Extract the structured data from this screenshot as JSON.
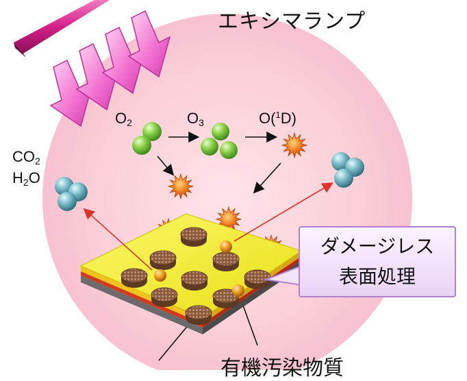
{
  "lamp_label": "エキシマランプ",
  "species": {
    "o2": {
      "main": "O",
      "sub": "2"
    },
    "o3": {
      "main": "O",
      "sub": "3"
    },
    "o1d": {
      "pre": "O(",
      "sup": "1",
      "post": "D)"
    },
    "co2": {
      "main": "CO",
      "sub": "2"
    },
    "h2o": {
      "pre": "H",
      "sub": "2",
      "post": "O"
    }
  },
  "callout": {
    "line1": "ダメージレス",
    "line2": "表面処理"
  },
  "contaminant_label": "有機汚染物質",
  "colors": {
    "lamp": "#d6208a",
    "uv_arrow": "#f26fd0",
    "glow": "#f6b7c7",
    "oxygen_molecule": "#7ec63f",
    "reactive_oxygen": "#e8651a",
    "product_molecule": "#6fb3c2",
    "substrate_top": "#f4f02a",
    "pad": "#8a5a3e",
    "red_arrow": "#e0302a",
    "callout_border": "#b07fd0"
  }
}
